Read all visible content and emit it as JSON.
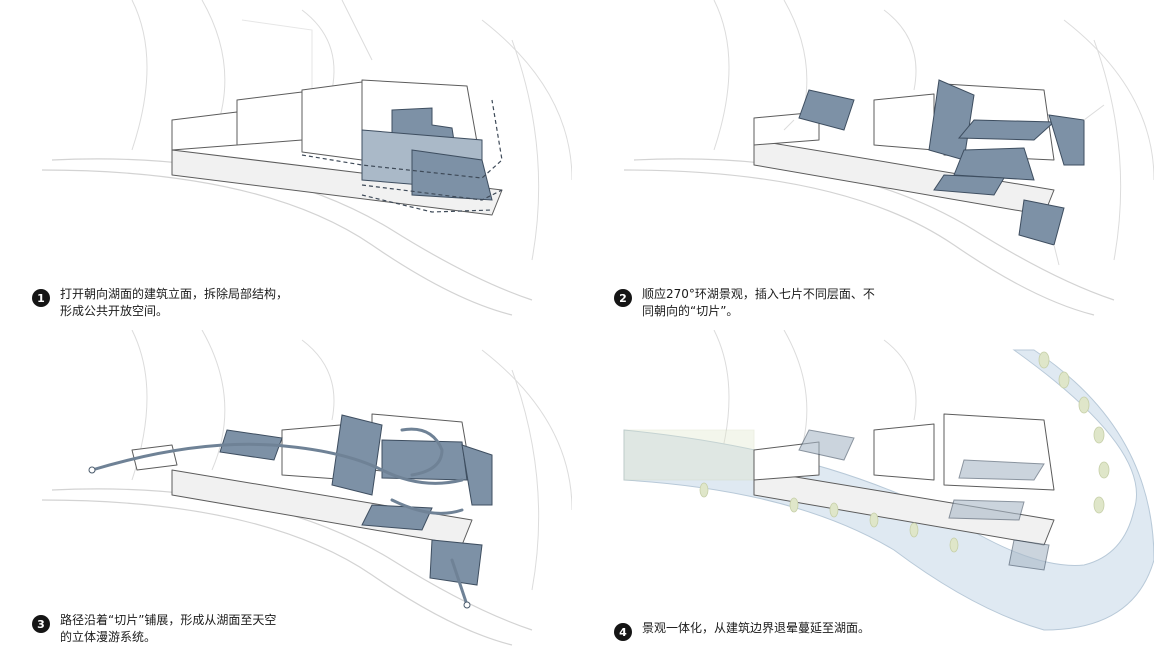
{
  "steps": [
    {
      "number": "1",
      "line1": "打开朝向湖面的建筑立面，拆除局部结构，",
      "line2": "形成公共开放空间。"
    },
    {
      "number": "2",
      "line1": "顺应270°环湖景观，插入七片不同层面、不",
      "line2": "同朝向的“切片”。"
    },
    {
      "number": "3",
      "line1": "路径沿着“切片”铺展，形成从湖面至天空",
      "line2": "的立体漫游系统。"
    },
    {
      "number": "4",
      "line1": "景观一体化，从建筑边界退晕蔓延至湖面。",
      "line2": ""
    }
  ]
}
